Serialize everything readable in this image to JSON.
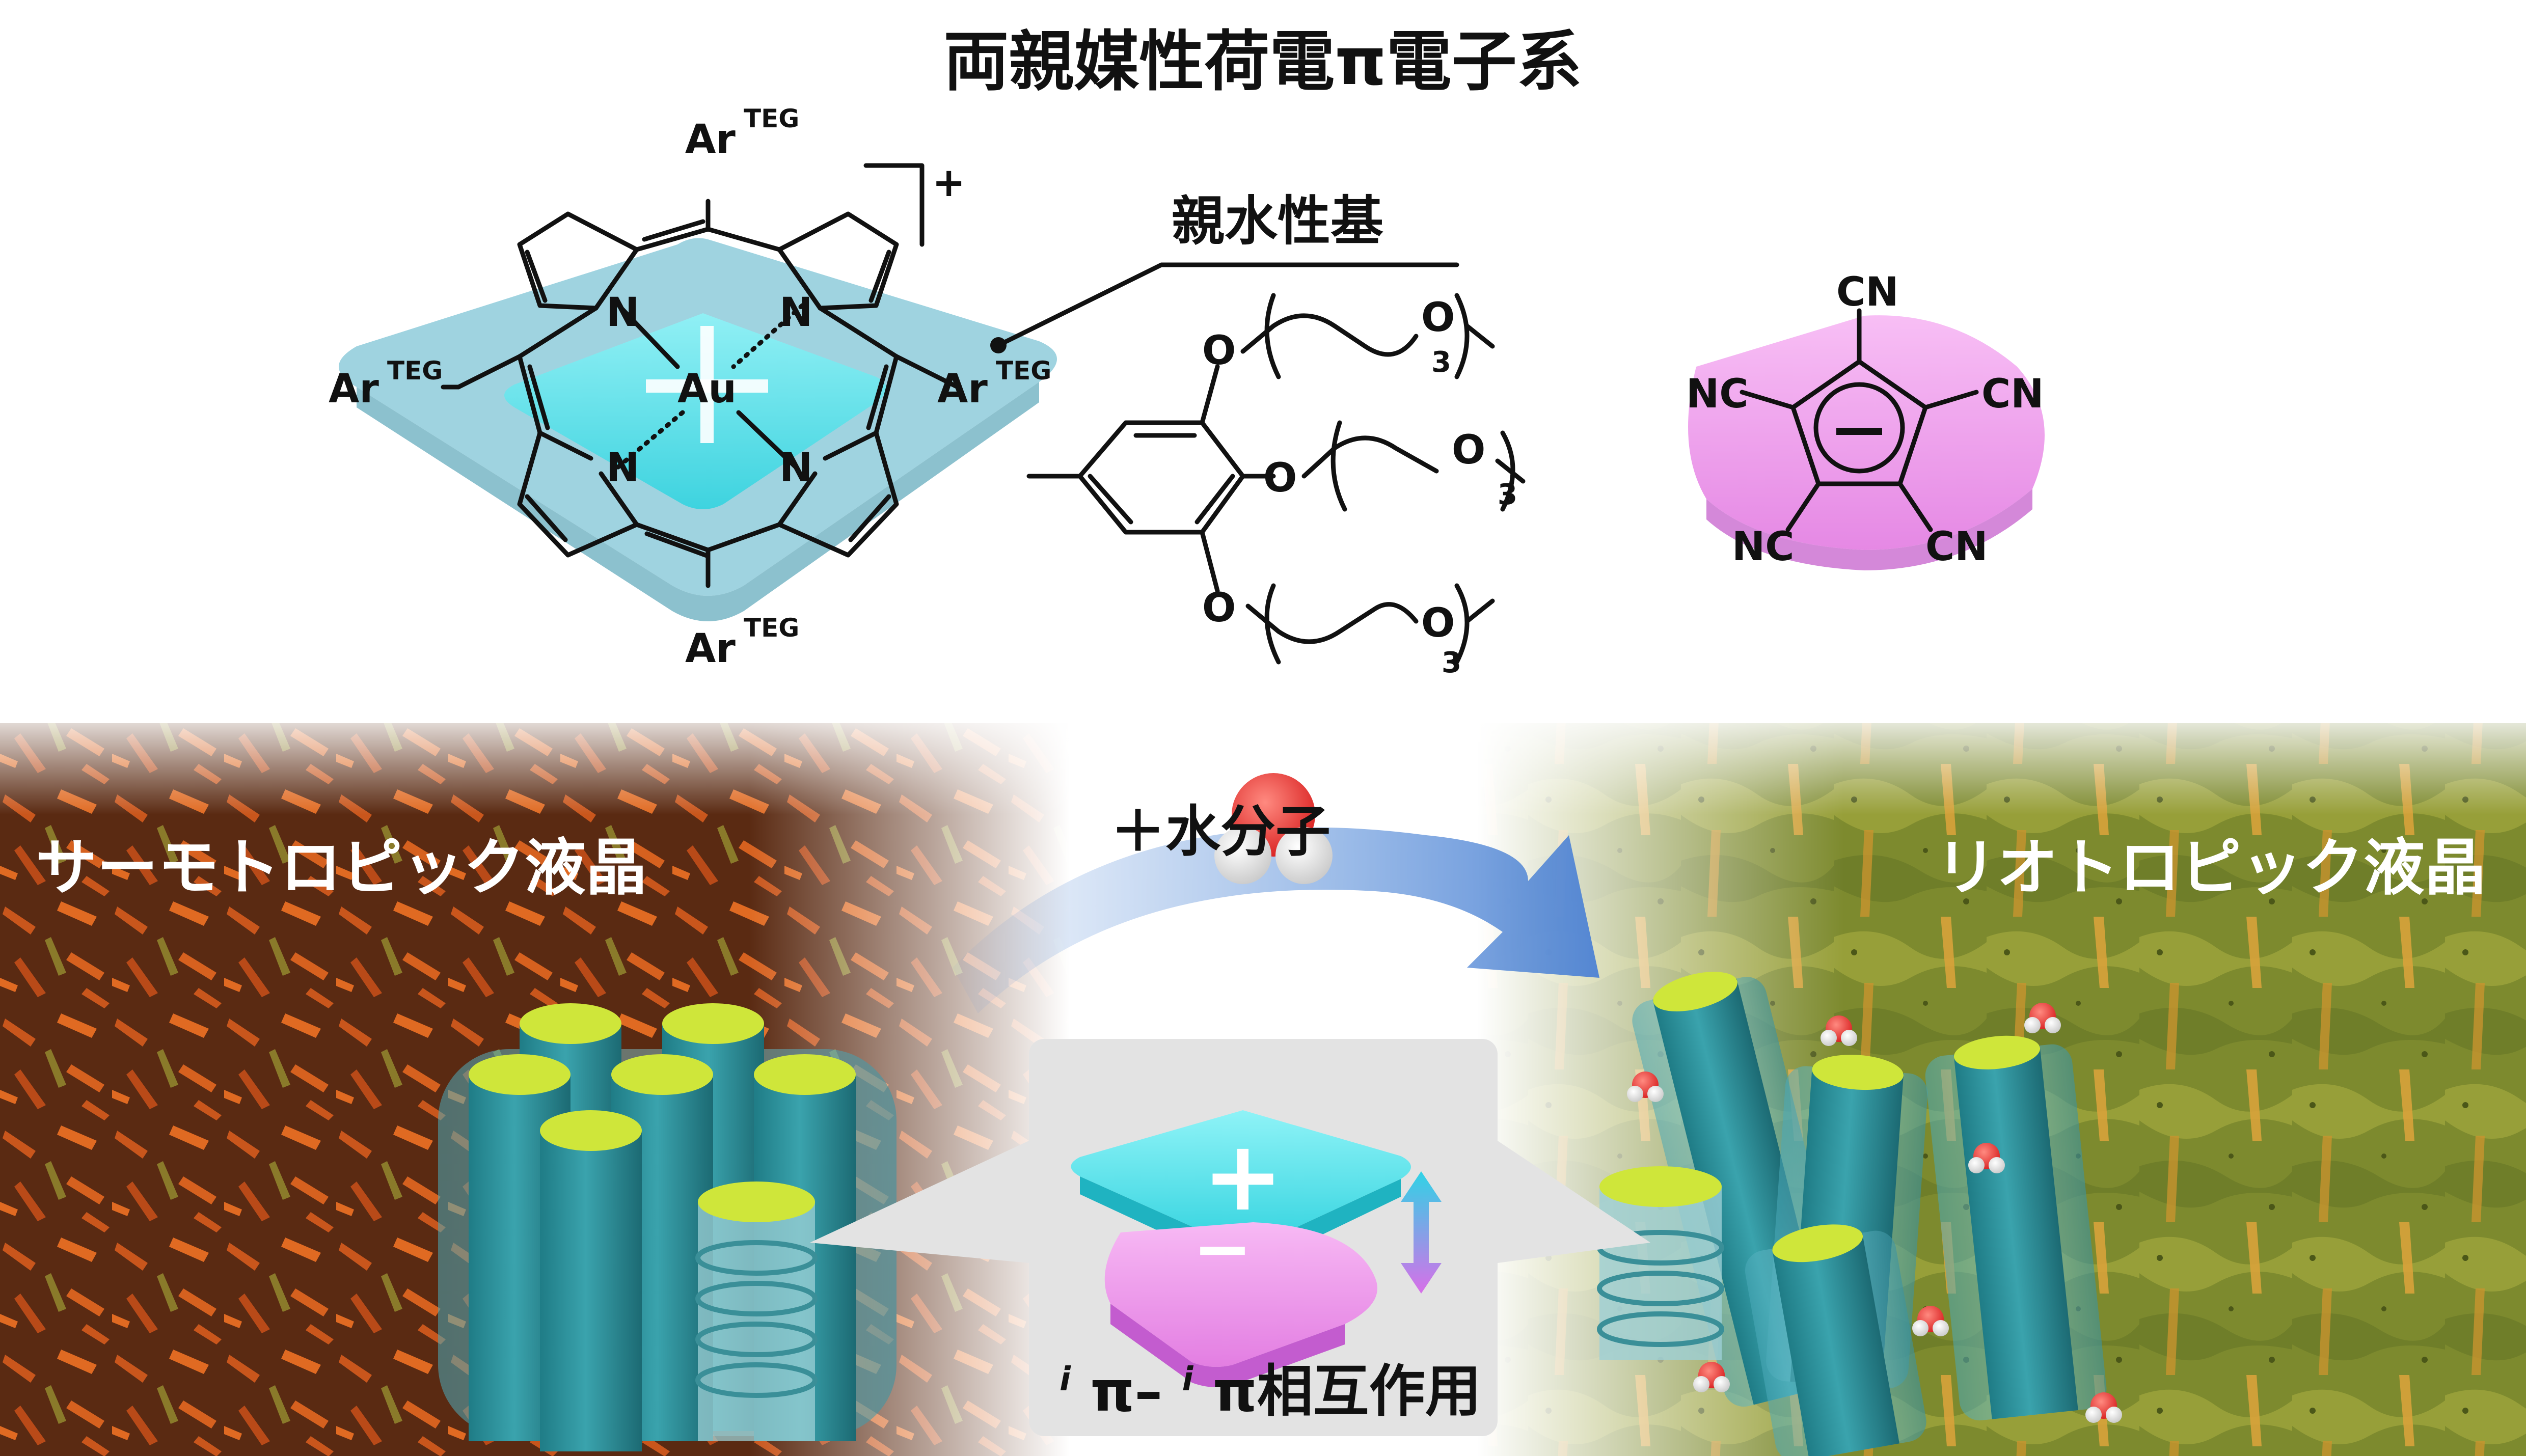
{
  "title": "両親媒性荷電π電子系",
  "porphyrin": {
    "metal": "Au",
    "nitrogen": "N",
    "substituent": "Ar",
    "substituent_sup": "TEG",
    "charge": "+"
  },
  "hydrophilic_label": "親水性基",
  "teg_chain": {
    "oxygen": "O",
    "repeat": "3"
  },
  "pentacyanocyclopentadienide": {
    "cyano_left": "NC",
    "cyano_right": "CN",
    "charge": "−"
  },
  "thermotropic_label": "サーモトロピック液晶",
  "lyotropic_label": "リオトロピック液晶",
  "water_label": "＋水分子",
  "interaction": {
    "label_sup": "i",
    "label_pi": "π–",
    "label_sup2": "i",
    "label_rest": "π相互作用",
    "plus": "+",
    "minus": "−"
  },
  "colors": {
    "plate_blue": "#7fc4d6",
    "cation_cyan": "#5fe6ee",
    "anion_pink": "#f29ef0",
    "column_teal": "#2d8f98",
    "disc_green": "#cfe63a",
    "texture_orange": "#c9561c",
    "texture_olive": "#8c9a34",
    "arrow_blue": "#5a8fd9",
    "oxygen_red": "#e5302d"
  }
}
